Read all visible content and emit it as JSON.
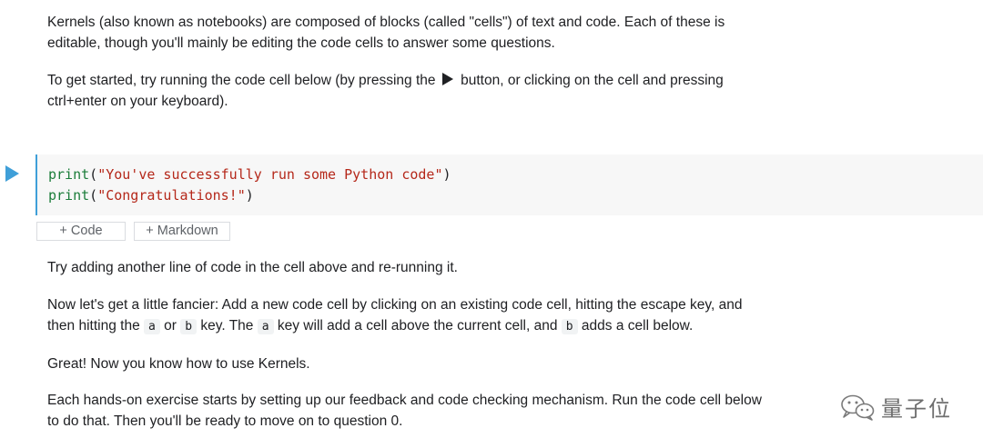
{
  "markdown": {
    "p1": "Kernels (also known as notebooks) are composed of blocks (called \"cells\") of text and code. Each of these is editable, though you'll mainly be editing the code cells to answer some questions.",
    "p2_before": "To get started, try running the code cell below (by pressing the",
    "p2_after": "button, or clicking on the cell and pressing ctrl+enter on your keyboard).",
    "p3": "Try adding another line of code in the cell above and re-running it.",
    "p4": {
      "t1": "Now let's get a little fancier: Add a new code cell by clicking on an existing code cell, hitting the escape key, and then hitting the",
      "k1": "a",
      "t2": "or",
      "k2": "b",
      "t3": "key. The",
      "k3": "a",
      "t4": "key will add a cell above the current cell, and",
      "k4": "b",
      "t5": "adds a cell below."
    },
    "p5": "Great! Now you know how to use Kernels.",
    "p6": "Each hands-on exercise starts by setting up our feedback and code checking mechanism. Run the code cell below to do that. Then you'll be ready to move on to question 0."
  },
  "code_cell": {
    "lines": [
      {
        "fn": "print",
        "open": "(",
        "str": "\"You've successfully run some Python code\"",
        "close": ")"
      },
      {
        "fn": "print",
        "open": "(",
        "str": "\"Congratulations!\"",
        "close": ")"
      }
    ]
  },
  "add_buttons": {
    "code": "+ Code",
    "markdown": "+ Markdown"
  },
  "watermark": {
    "text": "量子位",
    "icon": "wechat-icon"
  },
  "colors": {
    "accent": "#3f9fd8",
    "code_fn": "#1b7d3a",
    "code_string": "#b5281a",
    "cell_bg": "#f7f7f7"
  }
}
